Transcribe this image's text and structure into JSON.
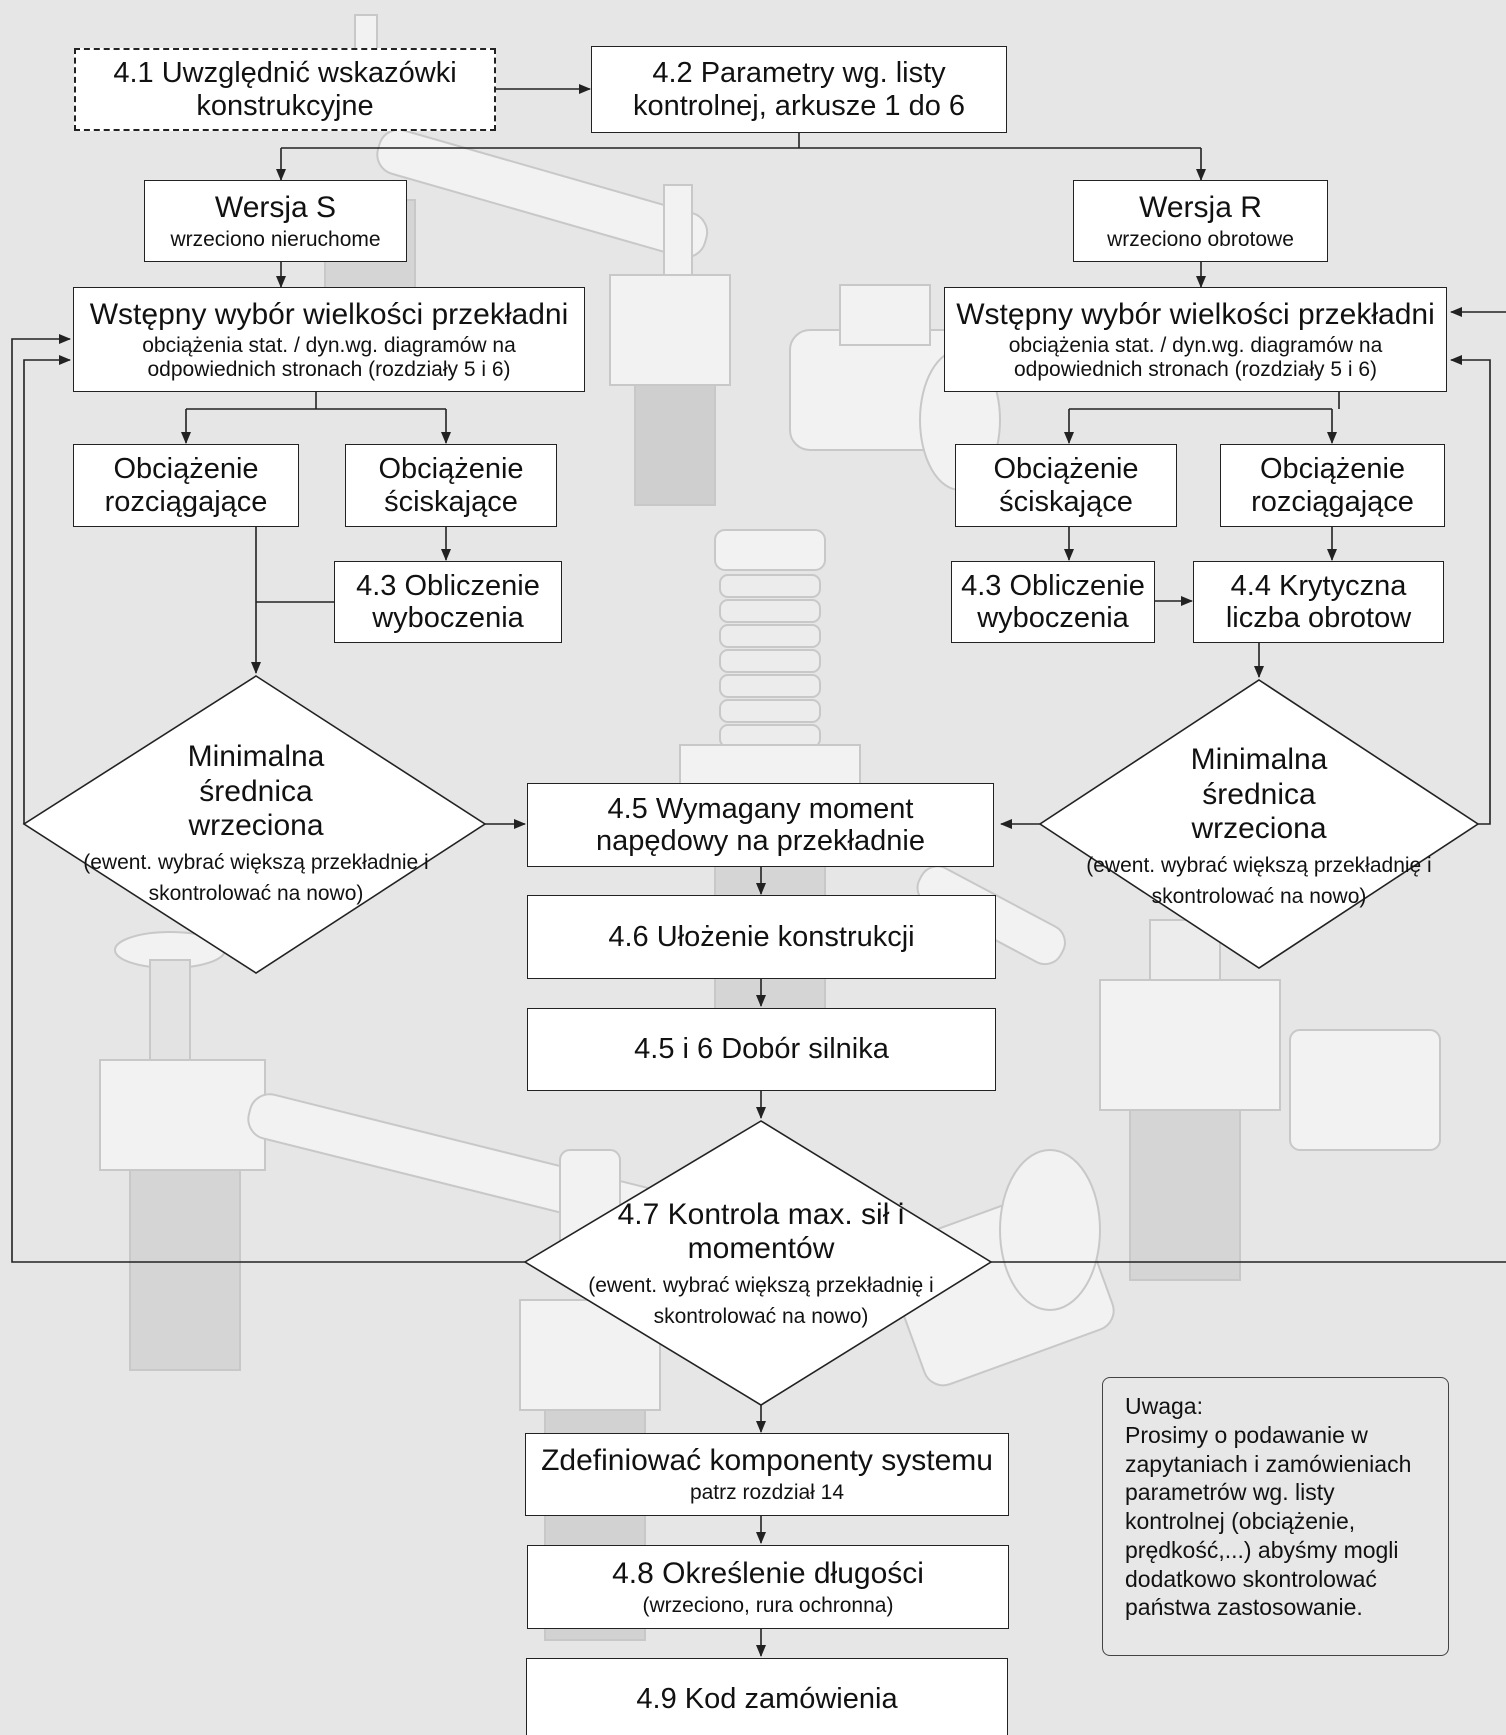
{
  "nodes": {
    "n41": {
      "label": "4.1 Uwzględnić wskazówki konstrukcyjne"
    },
    "n42": {
      "label": "4.2 Parametry wg. listy kontrolnej, arkusze 1 do 6"
    },
    "wersja_s": {
      "title": "Wersja S",
      "sub": "wrzeciono nieruchome"
    },
    "wersja_r": {
      "title": "Wersja R",
      "sub": "wrzeciono obrotowe"
    },
    "wstepny_s": {
      "title": "Wstępny wybór wielkości przekładni",
      "sub": "obciążenia stat. / dyn.wg. diagramów na odpowiednich stronach (rozdziały 5 i 6)"
    },
    "wstepny_r": {
      "title": "Wstępny wybór wielkości przekładni",
      "sub": "obciążenia stat. / dyn.wg. diagramów na odpowiednich stronach (rozdziały 5 i 6)"
    },
    "rozciag_s": {
      "label": "Obciążenie rozciągające"
    },
    "sciskaj_s": {
      "label": "Obciążenie ściskające"
    },
    "sciskaj_r": {
      "label": "Obciążenie ściskające"
    },
    "rozciag_r": {
      "label": "Obciążenie rozciągające"
    },
    "n43_s": {
      "label": "4.3 Obliczenie wyboczenia"
    },
    "n43_r": {
      "label": "4.3 Obliczenie wyboczenia"
    },
    "n44": {
      "label": "4.4 Krytyczna liczba obrotow"
    },
    "min_s": {
      "title": "Minimalna średnica wrzeciona",
      "sub": "(ewent. wybrać większą przekładnie i skontrolować na nowo)"
    },
    "min_r": {
      "title": "Minimalna średnica wrzeciona",
      "sub": "(ewent. wybrać większą przekładnię i skontrolować na nowo)"
    },
    "n45": {
      "label": "4.5 Wymagany moment napędowy na przekładnie"
    },
    "n46": {
      "label": "4.6 Ułożenie konstrukcji"
    },
    "n456": {
      "label": "4.5 i 6 Dobór silnika"
    },
    "n47": {
      "title": "4.7 Kontrola max. sił i momentów",
      "sub": "(ewent. wybrać większą przekładnię i skontrolować na nowo)"
    },
    "komponenty": {
      "title": "Zdefiniować komponenty systemu",
      "sub": "patrz rozdział 14"
    },
    "n48": {
      "title": "4.8 Określenie długości",
      "sub": "(wrzeciono, rura ochronna)"
    },
    "n49": {
      "label": "4.9 Kod zamówienia"
    }
  },
  "note": {
    "title": "Uwaga:",
    "body": "Prosimy o podawanie w zapytaniach i zamówieniach parametrów wg. listy kontrolnej (obciążenie, prędkość,...) abyśmy mogli dodatkowo skontrolować państwa zastosowanie."
  },
  "edges": [
    [
      "n41",
      "n42"
    ],
    [
      "n42",
      "wersja_s"
    ],
    [
      "n42",
      "wersja_r"
    ],
    [
      "wersja_s",
      "wstepny_s"
    ],
    [
      "wersja_r",
      "wstepny_r"
    ],
    [
      "wstepny_s",
      "rozciag_s"
    ],
    [
      "wstepny_s",
      "sciskaj_s"
    ],
    [
      "wstepny_r",
      "sciskaj_r"
    ],
    [
      "wstepny_r",
      "rozciag_r"
    ],
    [
      "sciskaj_s",
      "n43_s"
    ],
    [
      "rozciag_s",
      "min_s"
    ],
    [
      "n43_s",
      "min_s"
    ],
    [
      "sciskaj_r",
      "n43_r"
    ],
    [
      "rozciag_r",
      "n44"
    ],
    [
      "n43_r",
      "n44"
    ],
    [
      "n44",
      "min_r"
    ],
    [
      "min_s",
      "n45"
    ],
    [
      "min_r",
      "n45"
    ],
    [
      "min_s",
      "wstepny_s"
    ],
    [
      "min_r",
      "wstepny_r"
    ],
    [
      "n45",
      "n46"
    ],
    [
      "n46",
      "n456"
    ],
    [
      "n456",
      "n47"
    ],
    [
      "n47",
      "wstepny_s"
    ],
    [
      "n47",
      "wstepny_r"
    ],
    [
      "n47",
      "komponenty"
    ],
    [
      "komponenty",
      "n48"
    ],
    [
      "n48",
      "n49"
    ]
  ]
}
